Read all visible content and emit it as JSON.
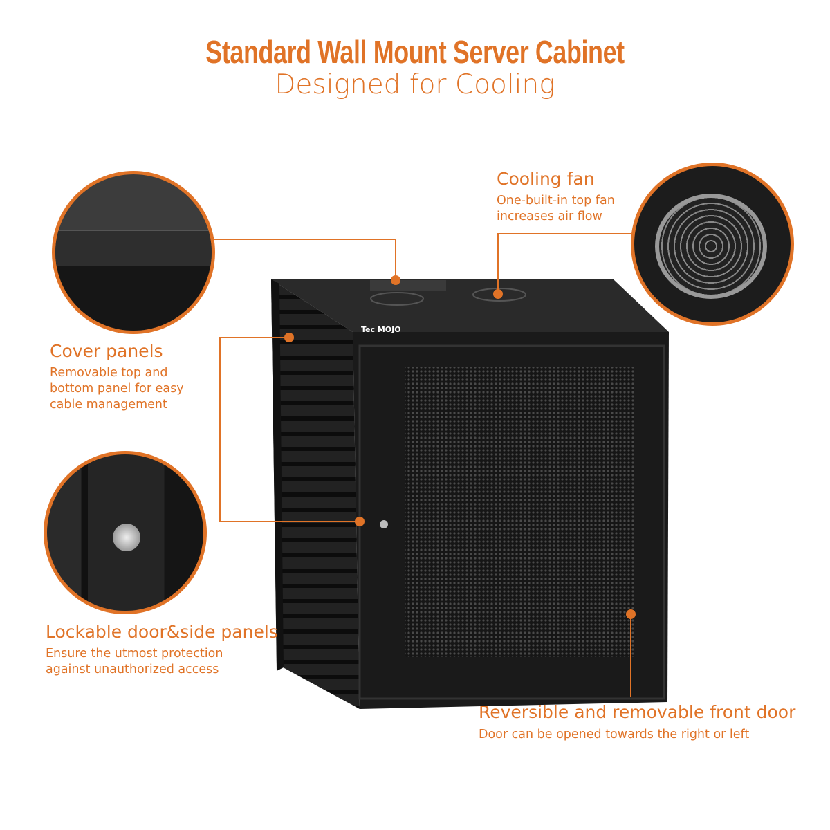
{
  "header": {
    "title": "Standard Wall Mount Server Cabinet",
    "subtitle": "Designed for Cooling"
  },
  "product": {
    "logo_text": "Tec MOJO"
  },
  "features": [
    {
      "title": "Cover panels",
      "desc": [
        "Removable top and",
        "bottom panel for easy",
        "cable management"
      ]
    },
    {
      "title": "Cooling fan",
      "desc": [
        "One-built-in top fan",
        "increases air flow"
      ]
    },
    {
      "title": "Lockable door&side panels",
      "desc": [
        "Ensure the utmost protection",
        "against unauthorized access"
      ]
    },
    {
      "title": "Reversible and removable front door",
      "desc": [
        "Door can be opened towards the right or left"
      ]
    }
  ],
  "colors": {
    "accent": "#e07327",
    "cabinet": "#1e1e1e"
  }
}
